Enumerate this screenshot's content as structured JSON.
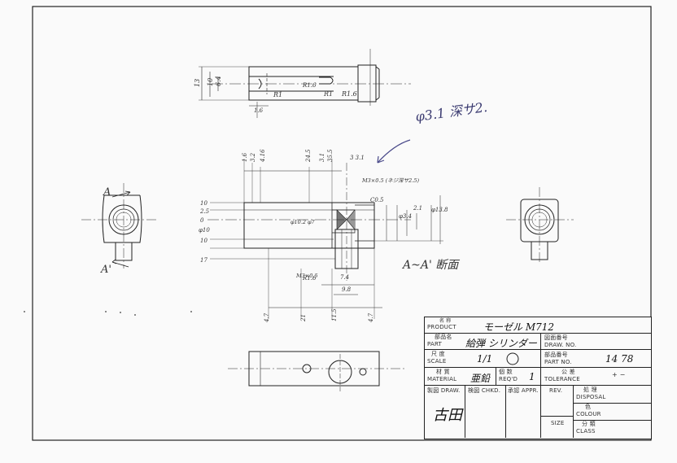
{
  "notes": {
    "hole_note": "φ3.1 深サ2.",
    "section_label": "A~A' 断面",
    "view_label_top": "A",
    "view_label_bottom": "A'"
  },
  "title_block": {
    "product_label_jp": "名 称",
    "product_label_en": "PRODUCT",
    "product_value": "モーゼル M712",
    "part_name_label_jp": "部品名",
    "part_name_label_en": "PART",
    "part_name_value": "給弾 シリンダー",
    "drawing_no_label_jp": "図面番号",
    "drawing_no_label_en": "DRAW. NO.",
    "scale_label_jp": "尺 度",
    "scale_label_en": "SCALE",
    "scale_value": "1/1",
    "part_no_label_jp": "部品番号",
    "part_no_label_en": "PART NO.",
    "part_no_value": "14 78",
    "material_label_jp": "材 質",
    "material_label_en": "MATERIAL",
    "material_value": "亜鉛",
    "reqd_label_jp": "個 数",
    "reqd_label_en": "REQ'D",
    "reqd_value": "1",
    "tolerance_label_jp": "公 差",
    "tolerance_label_en": "TOLERANCE",
    "tolerance_value": "+ −",
    "draw_label": "製図 DRAW.",
    "chkd_label": "検図 CHKD.",
    "appr_label": "承認 APPR.",
    "rev_label": "REV.",
    "disposal_label_jp": "処 理",
    "disposal_label_en": "DISPOSAL",
    "colour_label_jp": "色",
    "colour_label_en": "COLOUR",
    "size_label": "SIZE",
    "class_label_jp": "分 類",
    "class_label_en": "CLASS"
  }
}
